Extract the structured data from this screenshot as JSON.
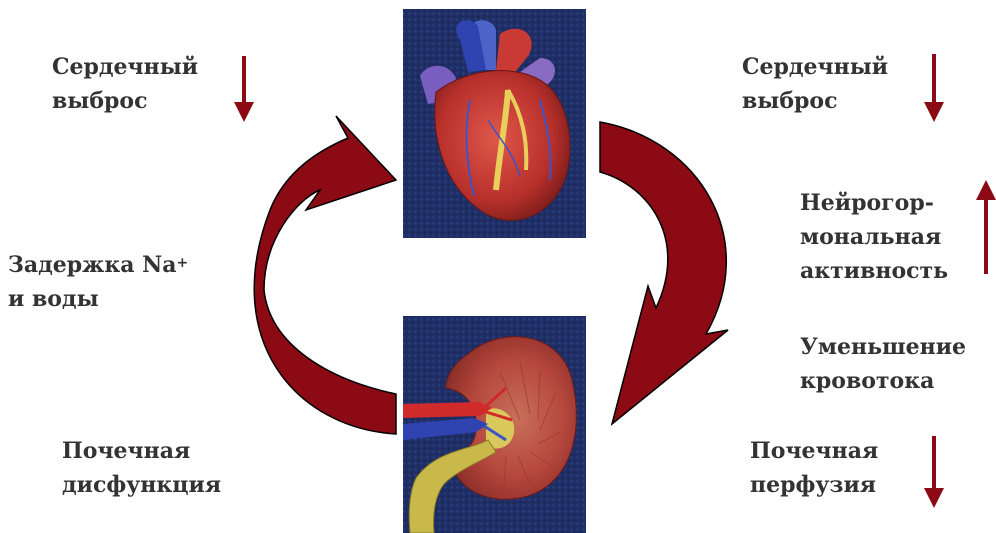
{
  "labels": {
    "cardiac_output_left": {
      "line1": "Сердечный",
      "line2": "выброс"
    },
    "cardiac_output_right": {
      "line1": "Сердечный",
      "line2": "выброс"
    },
    "sodium_retention": {
      "line1_prefix": "Задержка Na",
      "line1_sup": "+",
      "line2": "и воды"
    },
    "neurohormonal": {
      "line1": "Нейрогор-",
      "line2": "мональная",
      "line3": "активность"
    },
    "reduced_flow": {
      "line1": "Уменьшение",
      "line2": "кровотока"
    },
    "renal_dysfunction": {
      "line1": "Почечная",
      "line2": "дисфункция"
    },
    "renal_perfusion": {
      "line1": "Почечная",
      "line2": "перфузия"
    }
  },
  "indicators": {
    "cardiac_output_left": "down",
    "cardiac_output_right": "down",
    "neurohormonal": "up",
    "renal_perfusion": "down"
  },
  "colors": {
    "arrow": "#8b0a14",
    "arrow_outline": "#000000",
    "text": "#333333",
    "heart_background": "#1f2f66",
    "kidney_background": "#1f2f66"
  },
  "icons": {
    "heart": "heart-illustration",
    "kidney": "kidney-illustration"
  }
}
